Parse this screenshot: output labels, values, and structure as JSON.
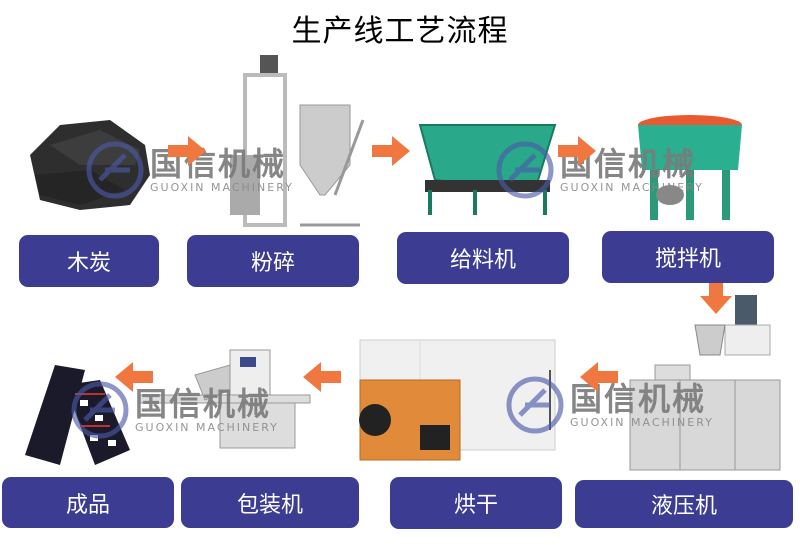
{
  "title": "生产线工艺流程",
  "colors": {
    "button_bg": "#3c3c92",
    "arrow": "#f07840",
    "button_text": "#ffffff"
  },
  "steps": [
    {
      "label": "木炭",
      "image": "charcoal"
    },
    {
      "label": "粉碎",
      "image": "crusher"
    },
    {
      "label": "给料机",
      "image": "feeder"
    },
    {
      "label": "搅拌机",
      "image": "mixer"
    },
    {
      "label": "液压机",
      "image": "hydraulic-press"
    },
    {
      "label": "烘干",
      "image": "dryer"
    },
    {
      "label": "包装机",
      "image": "packing-machine"
    },
    {
      "label": "成品",
      "image": "finished-product"
    }
  ],
  "watermark": {
    "cn": "国信机械",
    "en": "GUOXIN MACHINERY"
  }
}
